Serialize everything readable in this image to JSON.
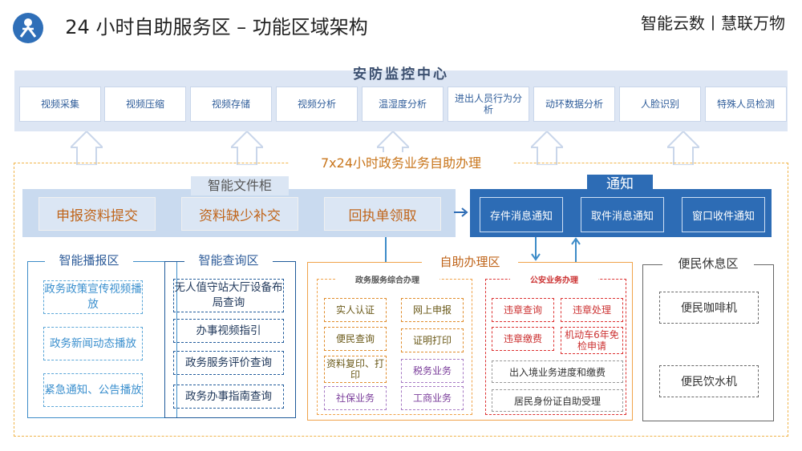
{
  "title": "24 小时自助服务区 – 功能区域架构",
  "brand": "智能云数丨慧联万物",
  "monitor": {
    "title": "安防监控中心",
    "items": [
      "视频采集",
      "视频压缩",
      "视频存储",
      "视频分析",
      "温湿度分析",
      "进出人员行为分析",
      "动环数据分析",
      "人脸识别",
      "特殊人员检测"
    ]
  },
  "main_title": "7x24小时政务业务自助办理",
  "file_cabinet": {
    "title": "智能文件柜",
    "items": [
      "申报资料提交",
      "资料缺少补交",
      "回执单领取"
    ]
  },
  "notice": {
    "title": "通知",
    "items": [
      "存件消息通知",
      "取件消息通知",
      "窗口收件通知"
    ]
  },
  "broadcast": {
    "title": "智能播报区",
    "items": [
      "政务政策宣传视频播放",
      "政务新闻动态播放",
      "紧急通知、公告播放"
    ]
  },
  "query": {
    "title": "智能查询区",
    "items": [
      "无人值守站大厅设备布局查询",
      "办事视频指引",
      "政务服务评价查询",
      "政务办事指南查询"
    ]
  },
  "self_service": {
    "title": "自助办理区",
    "gov": {
      "title": "政务服务综合办理",
      "items": [
        "实人认证",
        "网上申报",
        "便民查询",
        "证明打印",
        "资料复印、打印",
        "税务业务",
        "社保业务",
        "工商业务"
      ]
    },
    "police": {
      "title": "公安业务办理",
      "items": [
        "违章查询",
        "违章处理",
        "违章缴费",
        "机动车6年免检申请"
      ],
      "wide": [
        "出入境业务进度和缴费",
        "居民身份证自助受理"
      ]
    }
  },
  "rest": {
    "title": "便民休息区",
    "items": [
      "便民咖啡机",
      "便民饮水机"
    ]
  },
  "colors": {
    "accent_blue": "#2d6cb5",
    "orange": "#f0a34a",
    "light_band": "#dde6f4"
  }
}
